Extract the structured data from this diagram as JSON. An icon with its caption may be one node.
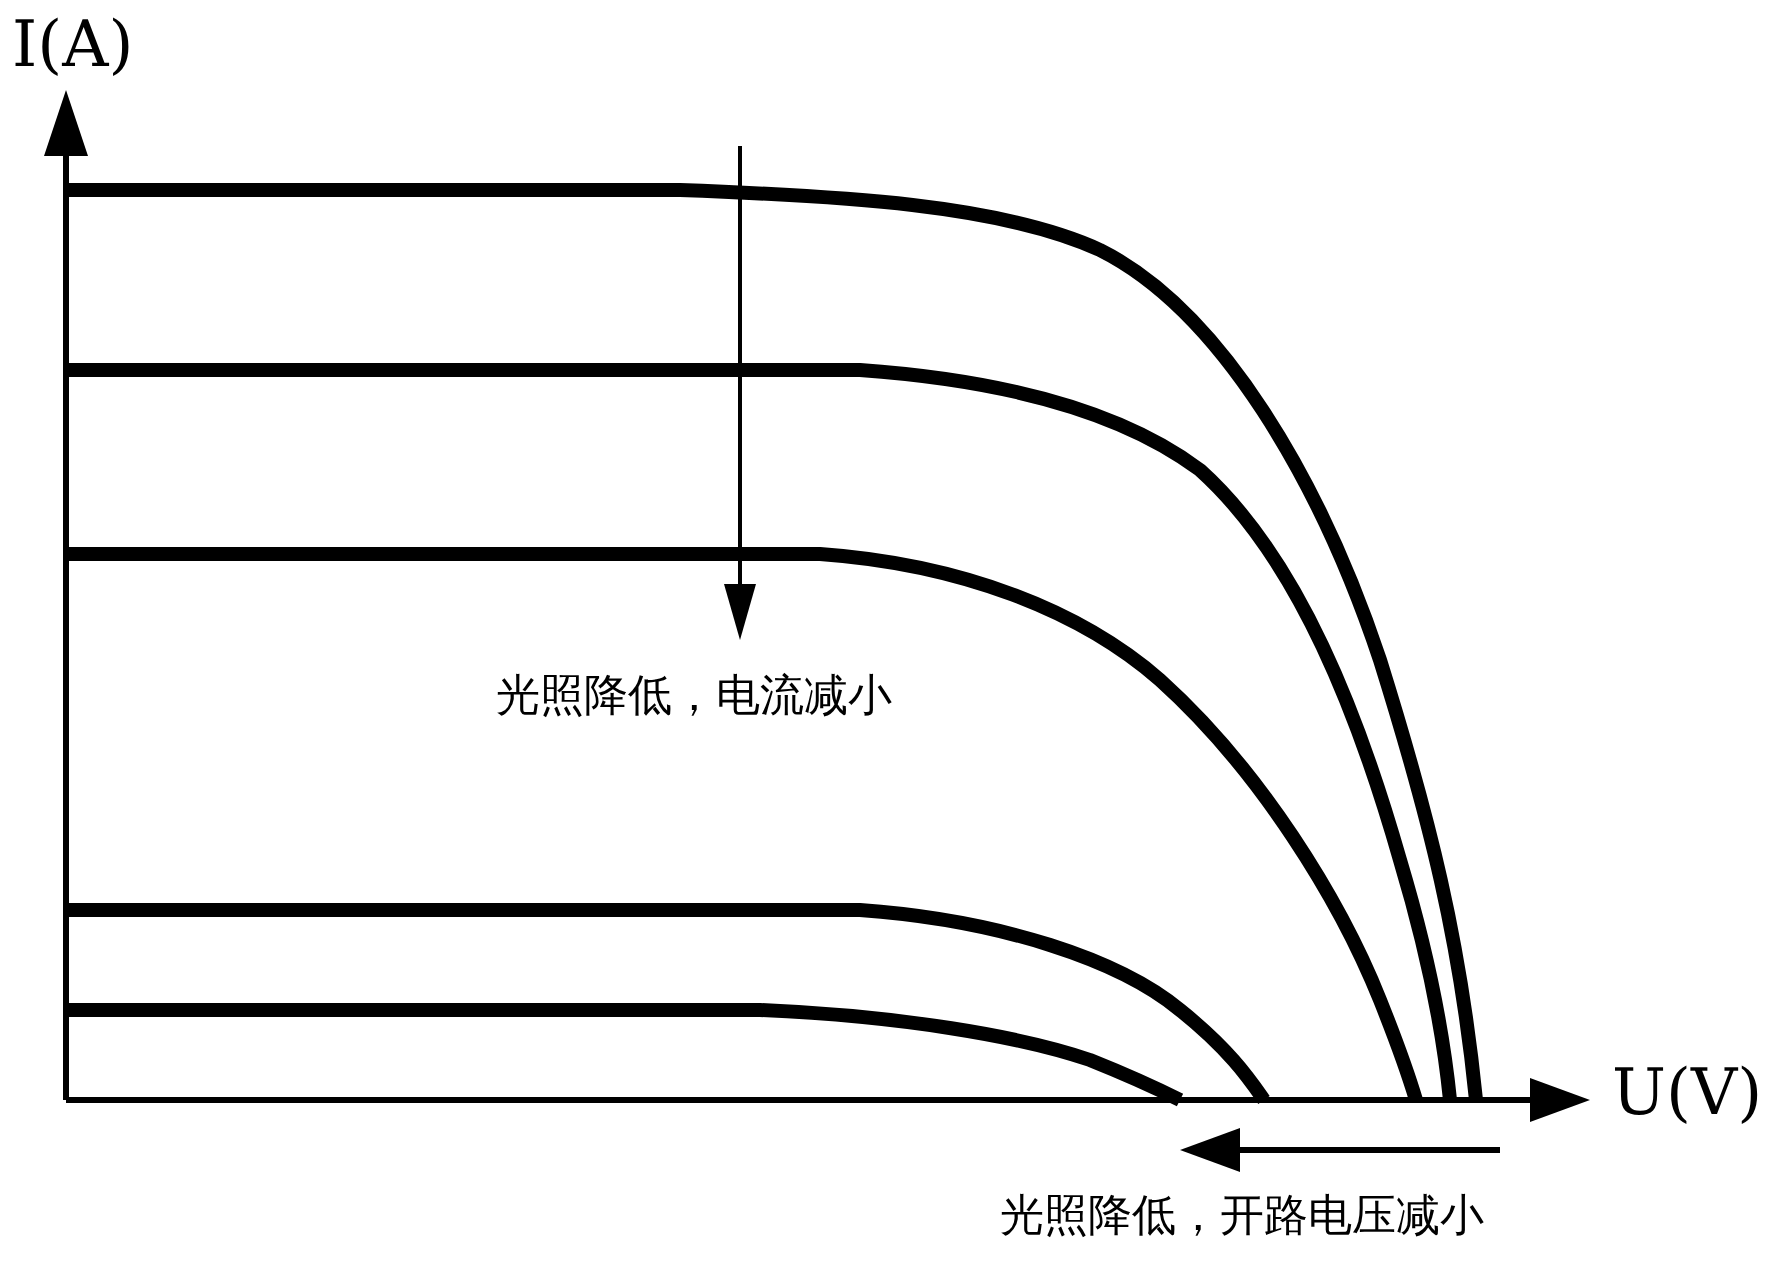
{
  "diagram": {
    "labels": [
      "I(A)",
      "U(V)",
      "光照降低，电流减小",
      "光照降低，开路电压减小"
    ]
  }
}
